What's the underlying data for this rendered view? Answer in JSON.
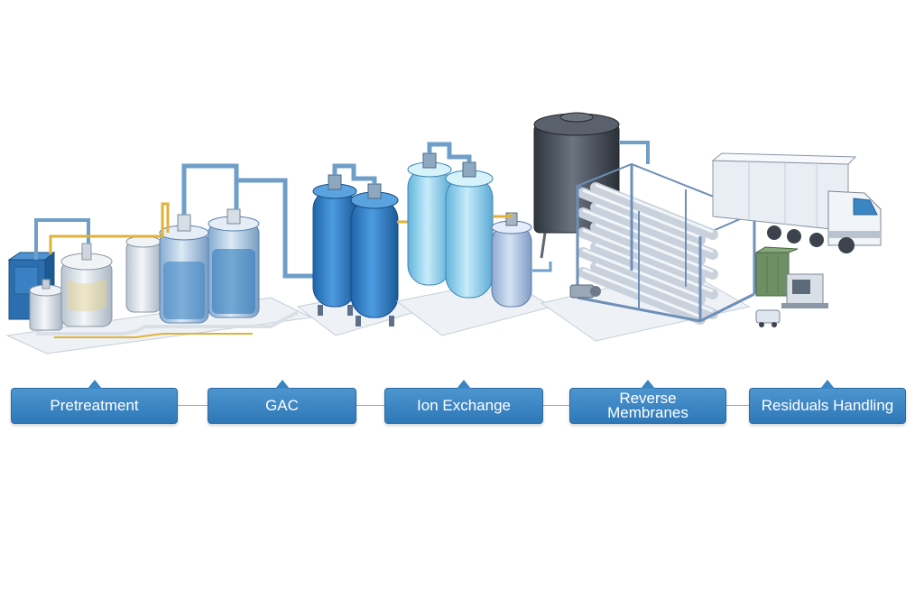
{
  "stages": [
    {
      "label": "Pretreatment"
    },
    {
      "label": "GAC"
    },
    {
      "label": "Ion Exchange"
    },
    {
      "label": "Reverse\nMembranes"
    },
    {
      "label": "Residuals Handling"
    }
  ],
  "colors": {
    "stage_box": "#3a86c4",
    "steel": "#dfe5ec",
    "vessel_blue": "#2f7fc8",
    "vessel_light": "#8fd0ee",
    "pipe_blue": "#6f9fc9",
    "pipe_yellow": "#e0b23a",
    "tank_dark": "#4a515c",
    "rack_frame": "#6e8fb8",
    "truck_body": "#e9eef5",
    "container_green": "#6d8f63"
  }
}
